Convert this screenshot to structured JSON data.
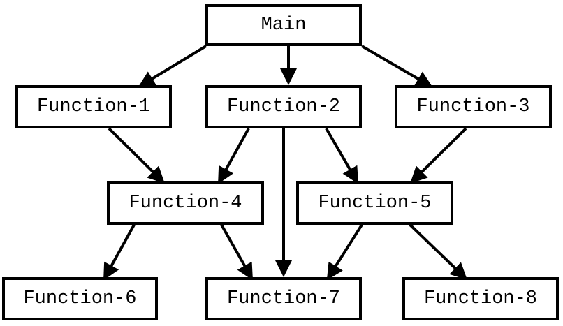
{
  "nodes": {
    "main": "Main",
    "f1": "Function-1",
    "f2": "Function-2",
    "f3": "Function-3",
    "f4": "Function-4",
    "f5": "Function-5",
    "f6": "Function-6",
    "f7": "Function-7",
    "f8": "Function-8"
  },
  "edges": [
    [
      "main",
      "f1"
    ],
    [
      "main",
      "f2"
    ],
    [
      "main",
      "f3"
    ],
    [
      "f1",
      "f4"
    ],
    [
      "f2",
      "f4"
    ],
    [
      "f2",
      "f5"
    ],
    [
      "f2",
      "f7"
    ],
    [
      "f3",
      "f5"
    ],
    [
      "f4",
      "f6"
    ],
    [
      "f4",
      "f7"
    ],
    [
      "f5",
      "f7"
    ],
    [
      "f5",
      "f8"
    ]
  ],
  "colors": {
    "stroke": "#000000",
    "background": "#ffffff"
  }
}
